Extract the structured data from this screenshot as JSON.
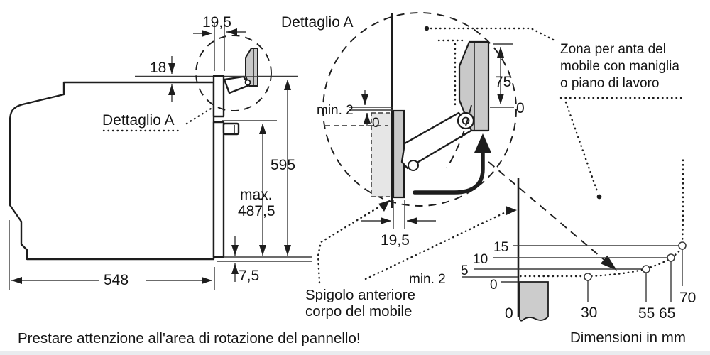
{
  "colors": {
    "line": "#1d1d1d",
    "dim_line": "#3a3a3a",
    "panel_gray": "#c9c9c9",
    "light_gray": "#e6e6e6",
    "box_gray": "#cccccc",
    "background": "#ffffff"
  },
  "left_view": {
    "detail_label": "Dettaglio A",
    "dim_top_depth": "19,5",
    "dim_top_offset": "18",
    "dim_height": "595",
    "dim_max_prefix": "max.",
    "dim_max_value": "487,5",
    "dim_bottom_gap": "7,5",
    "dim_width": "548"
  },
  "detail_view": {
    "title": "Dettaglio A",
    "dim_min_gap": "min. 2",
    "dim_zero_left": "0",
    "dim_rise": "75",
    "dim_zero_right": "0",
    "dim_frame_depth": "19,5"
  },
  "graph": {
    "y_labels": [
      "15",
      "10",
      "5",
      "min. 2",
      "0"
    ],
    "x_labels": [
      "0",
      "30",
      "55",
      "65",
      "70"
    ]
  },
  "annotations": {
    "zona_line1": "Zona per anta del",
    "zona_line2": "mobile con maniglia",
    "zona_line3": "o piano di lavoro",
    "spigolo_line1": "Spigolo anteriore",
    "spigolo_line2": "corpo del mobile",
    "warning": "Prestare attenzione all'area di rotazione del pannello!",
    "units": "Dimensioni in mm"
  },
  "chart_data": {
    "type": "line",
    "title": "Clearance above worktop vs. distance from furniture front edge",
    "x": [
      30,
      55,
      65,
      70
    ],
    "y": [
      2,
      5,
      10,
      15
    ],
    "x_tick_labels": [
      "0",
      "30",
      "55",
      "65",
      "70"
    ],
    "y_tick_labels": [
      "0",
      "min. 2",
      "5",
      "10",
      "15"
    ],
    "xlabel": "Dimensioni in mm",
    "ylabel": "",
    "legend_position": "none",
    "grid": false,
    "style": "dotted curve with open circle markers"
  }
}
